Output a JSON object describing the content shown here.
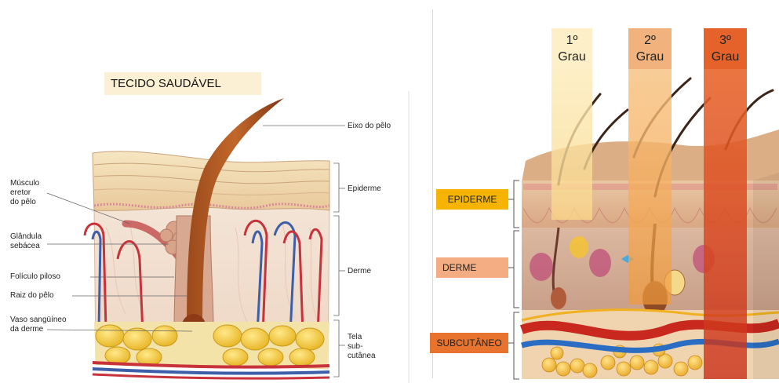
{
  "left_panel": {
    "title": "TECIDO SAUDÁVEL",
    "labels_left": {
      "musculo_eretor": "Músculo\neretor\ndo pêlo",
      "glandula": "Glândula\nsebácea",
      "foliculo": "Folículo piloso",
      "raiz": "Raiz do pêlo",
      "vaso": "Vaso sangüíneo\nda derme"
    },
    "labels_right": {
      "eixo": "Eixo do pêlo",
      "epiderme": "Epiderme",
      "derme": "Derme",
      "tela": "Tela\nsub-\ncutânea"
    }
  },
  "right_panel": {
    "graus": [
      {
        "num": "1º",
        "word": "Grau",
        "color": "#fbe6b0"
      },
      {
        "num": "2º",
        "word": "Grau",
        "color": "#f2a66c"
      },
      {
        "num": "3º",
        "word": "Grau",
        "color": "#e5632a"
      }
    ],
    "layers": {
      "epiderme": {
        "label": "EPIDERME",
        "color": "#f6b400"
      },
      "derme": {
        "label": "DERME",
        "color": "#f4ad82"
      },
      "subcutaneo": {
        "label": "SUBCUTÂNEO",
        "color": "#e8732e"
      }
    }
  }
}
